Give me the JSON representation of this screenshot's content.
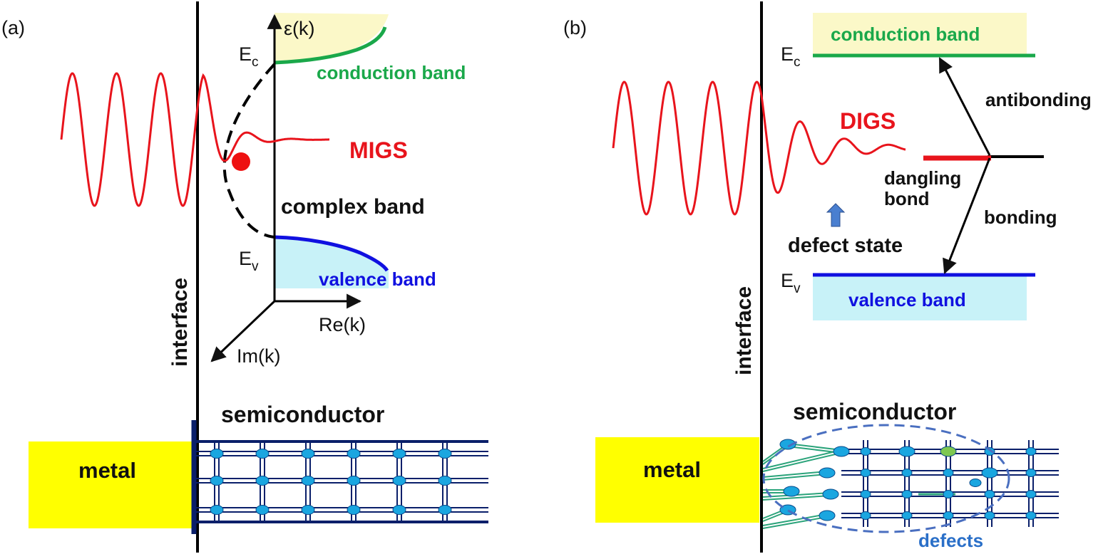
{
  "colors": {
    "wave": "#e8141c",
    "conduction": "#1aa84a",
    "valence": "#1010e0",
    "band_fill_top": "#fbf8c8",
    "band_fill_bottom": "#c8f2f8",
    "metal": "#ffff00",
    "lattice": "#0a1f6a",
    "atom": "#1aa6e0",
    "defect_atom": "#7ec850",
    "defects_ring": "#4a6fc0",
    "arrow_up": "#4a7fd0"
  },
  "panel_a": {
    "label": "(a)",
    "energy_axis": "ε(k)",
    "ec": "E",
    "ec_sub": "c",
    "ev": "E",
    "ev_sub": "v",
    "conduction_band": "conduction band",
    "valence_band": "valence band",
    "migs": "MIGS",
    "complex_band": "complex band",
    "re_axis": "Re(k)",
    "im_axis": "Im(k)",
    "interface": "interface",
    "semiconductor": "semiconductor",
    "metal": "metal"
  },
  "panel_b": {
    "label": "(b)",
    "ec": "E",
    "ec_sub": "c",
    "ev": "E",
    "ev_sub": "v",
    "conduction_band": "conduction band",
    "valence_band": "valence band",
    "digs": "DIGS",
    "antibonding": "antibonding",
    "bonding": "bonding",
    "dangling_1": "dangling",
    "dangling_2": "bond",
    "defect_state": "defect state",
    "interface": "interface",
    "semiconductor": "semiconductor",
    "metal": "metal",
    "defects": "defects"
  }
}
